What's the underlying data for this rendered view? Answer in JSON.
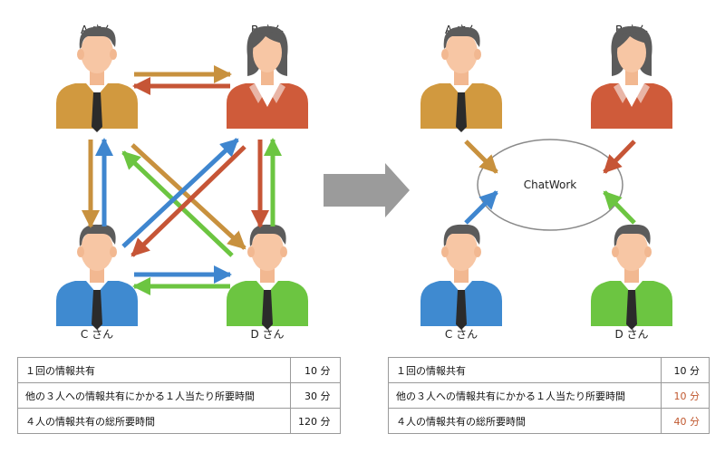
{
  "colors": {
    "a_shirt": "#d1993f",
    "b_shirt": "#cf5b3a",
    "c_shirt": "#3f8ad0",
    "d_shirt": "#6cc541",
    "skin": "#f7c6a4",
    "hair": "#5b5b5b",
    "arrow_a": "#c8913e",
    "arrow_b": "#c65536",
    "arrow_c": "#3f86cf",
    "arrow_d": "#6cc541",
    "big_arrow": "#9b9b9b",
    "highlight": "#c0582f"
  },
  "left": {
    "labels": {
      "a": "A さん",
      "b": "B さん",
      "c": "C さん",
      "d": "D さん"
    }
  },
  "right": {
    "labels": {
      "a": "A さん",
      "b": "B さん",
      "c": "C さん",
      "d": "D さん"
    },
    "hub_label": "ChatWork"
  },
  "table_left": {
    "rows": [
      {
        "label": "１回の情報共有",
        "value": "10 分"
      },
      {
        "label": "他の３人への情報共有にかかる１人当たり所要時間",
        "value": "30 分"
      },
      {
        "label": "４人の情報共有の総所要時間",
        "value": "120 分"
      }
    ]
  },
  "table_right": {
    "rows": [
      {
        "label": "１回の情報共有",
        "value": "10 分"
      },
      {
        "label": "他の３人への情報共有にかかる１人当たり所要時間",
        "value": "10 分"
      },
      {
        "label": "４人の情報共有の総所要時間",
        "value": "40 分"
      }
    ]
  }
}
